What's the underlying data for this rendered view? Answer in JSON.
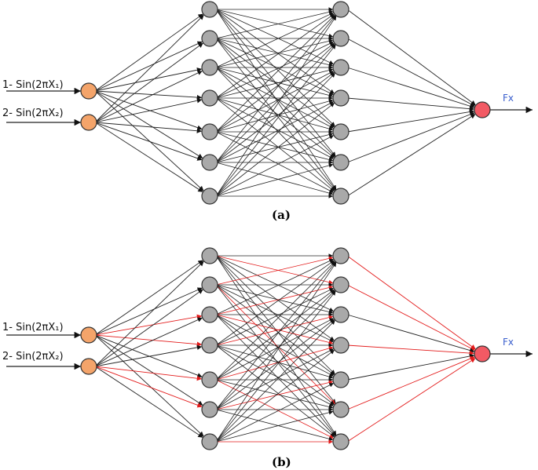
{
  "figure": {
    "panels": [
      {
        "caption": "(a)",
        "inputs": [
          "1- Sin(2πX₁)",
          "2- Sin(2πX₂)"
        ],
        "output_label": "Fx",
        "hidden_layer_1_nodes": 7,
        "hidden_layer_2_nodes": 7,
        "highlighted_paths": false
      },
      {
        "caption": "(b)",
        "inputs": [
          "1- Sin(2πX₁)",
          "2- Sin(2πX₂)"
        ],
        "output_label": "Fx",
        "hidden_layer_1_nodes": 7,
        "hidden_layer_2_nodes": 7,
        "highlighted_paths": true
      }
    ],
    "colors": {
      "input_node": "#f4a46a",
      "hidden_node": "#a9a9a9",
      "output_node": "#f25a64",
      "edge": "#222222",
      "highlight_edge": "#e31a1a",
      "output_label": "#3a5fcd"
    }
  }
}
